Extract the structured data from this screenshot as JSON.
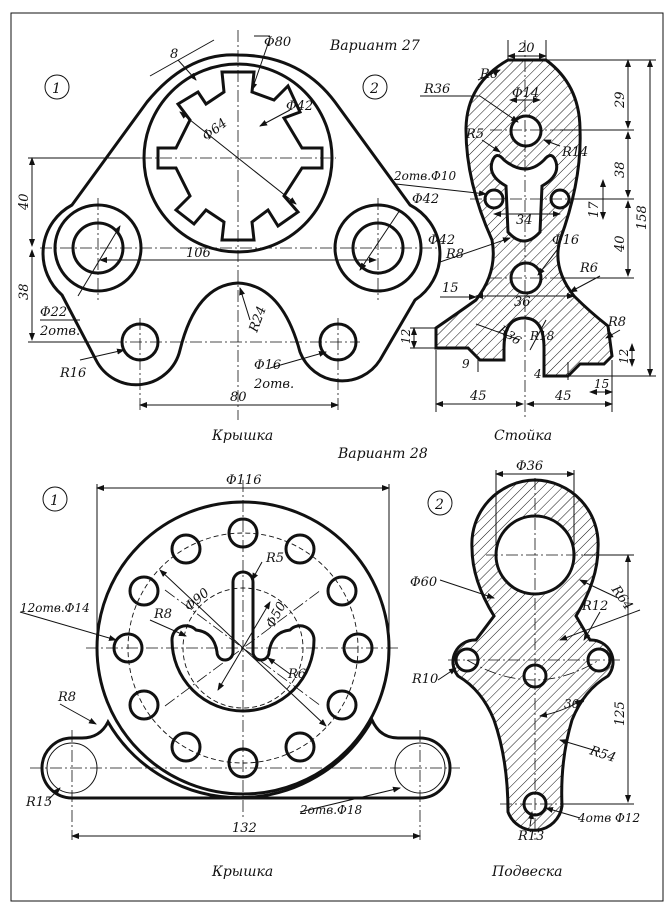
{
  "variant27": {
    "title": "Вариант 27",
    "part1": {
      "num": "1",
      "name": "Крышка",
      "dims": {
        "d80": "Φ80",
        "d8": "8",
        "d42a": "Φ42",
        "d64": "Φ64",
        "d42b": "Φ42",
        "d40": "40",
        "d38": "38",
        "d106": "106",
        "d22": "Φ22",
        "two_holes": "2отв.",
        "r24": "R24",
        "r16": "R16",
        "d16": "Φ16",
        "two_holes_b": "2отв.",
        "d80b": "80"
      }
    },
    "part2": {
      "num": "2",
      "name": "Стойка",
      "dims": {
        "d20": "20",
        "r6a": "R6",
        "r36a": "R36",
        "d14": "Φ14",
        "d29": "29",
        "r5": "R5",
        "r14": "R14",
        "two_holes_d10": "2отв.Φ10",
        "d38": "38",
        "d34": "34",
        "d17": "17",
        "d42": "Φ42",
        "d158": "158",
        "r8a": "R8",
        "d16": "Φ16",
        "d40": "40",
        "r6b": "R6",
        "d15a": "15",
        "d36": "36",
        "r36b": "R36",
        "r18": "R18",
        "r8b": "R8",
        "d12a": "12",
        "d9": "9",
        "d4": "4",
        "d12b": "12",
        "d15b": "15",
        "d45a": "45",
        "d45b": "45"
      }
    }
  },
  "variant28": {
    "title": "Вариант 28",
    "part1": {
      "num": "1",
      "name": "Крышка",
      "dims": {
        "d116": "Φ116",
        "r5": "R5",
        "d90": "Φ90",
        "d50": "Φ50",
        "holes12": "12отв.Φ14",
        "r8a": "R8",
        "r6": "R6",
        "r8b": "R8",
        "r15": "R15",
        "holes2": "2отв.Φ18",
        "d132": "132"
      }
    },
    "part2": {
      "num": "2",
      "name": "Подвеска",
      "dims": {
        "d36": "Φ36",
        "d60": "Φ60",
        "r64": "R64",
        "r12": "R12",
        "r10": "R10",
        "a30": "30°",
        "d125": "125",
        "r54": "R54",
        "r13": "R13",
        "holes4": "4отв Φ12"
      }
    }
  }
}
